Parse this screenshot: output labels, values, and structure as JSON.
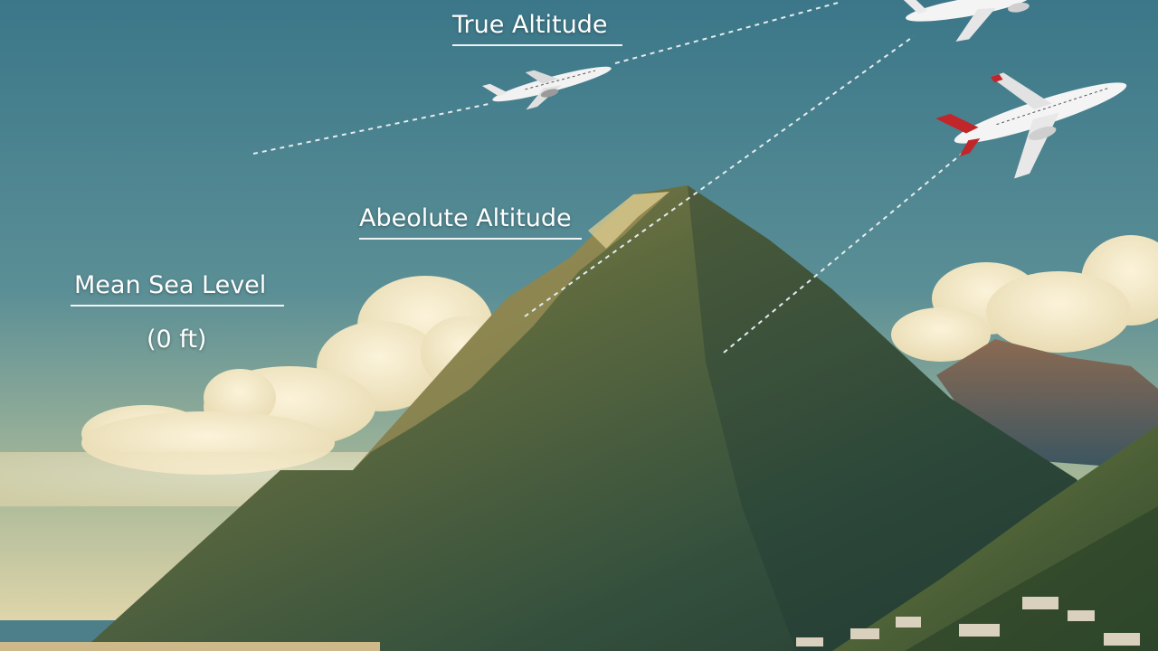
{
  "labels": {
    "true_altitude": "True Altitude",
    "absolute_altitude": "Abeolute Altitude",
    "mean_sea_level": "Mean Sea Level",
    "mean_sea_level_value": "(0 ft)"
  },
  "colors": {
    "sky_top": "#3d7a8a",
    "sky_horizon": "#e9dcb4",
    "mountain": "#36523e",
    "mountain_sunlit": "#8a7a45",
    "cloud": "#f3ead0",
    "aircraft_body": "#f2f2f2",
    "aircraft_tail_red": "#c0262a",
    "dashed_line": "#dfe8ea"
  },
  "icons": [
    "airplane-icon",
    "airplane-icon",
    "airplane-icon",
    "mountain-icon",
    "cloud-icon"
  ]
}
